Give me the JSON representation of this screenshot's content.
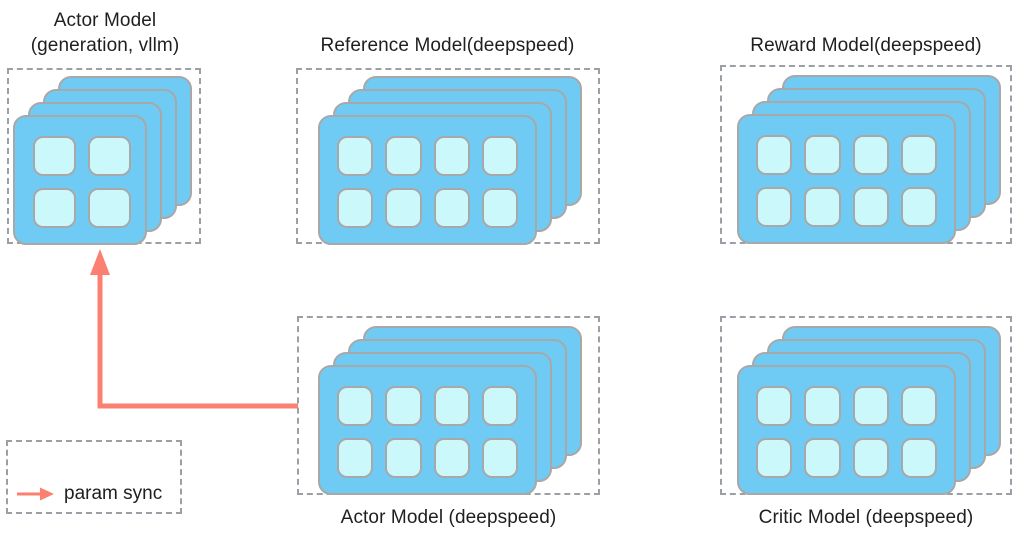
{
  "diagram": {
    "title": "RLHF model placement diagram",
    "colors": {
      "card_fill": "#6FCBF4",
      "tile_fill": "#CBF8FA",
      "card_border": "#a8a8a8",
      "dashed_border": "#9aa0a6",
      "arrow": "#FB8072",
      "background": "#ffffff",
      "text": "#1f1f1f"
    }
  },
  "groups": [
    {
      "id": "actor-vllm",
      "label": "Actor Model\n(generation, vllm)",
      "label_position": "top",
      "layers": 4,
      "tile_rows": 2,
      "tile_cols": 2
    },
    {
      "id": "reference",
      "label": "Reference Model(deepspeed)",
      "label_position": "top",
      "layers": 4,
      "tile_rows": 2,
      "tile_cols": 4
    },
    {
      "id": "reward",
      "label": "Reward Model(deepspeed)",
      "label_position": "top",
      "layers": 4,
      "tile_rows": 2,
      "tile_cols": 4
    },
    {
      "id": "actor-deepspeed",
      "label": "Actor Model (deepspeed)",
      "label_position": "bottom",
      "layers": 4,
      "tile_rows": 2,
      "tile_cols": 4
    },
    {
      "id": "critic",
      "label": "Critic Model (deepspeed)",
      "label_position": "bottom",
      "layers": 4,
      "tile_rows": 2,
      "tile_cols": 4
    }
  ],
  "connections": [
    {
      "id": "param-sync-edge",
      "from": "actor-deepspeed",
      "to": "actor-vllm",
      "style": "elbow-arrow",
      "color": "#FB8072"
    }
  ],
  "legend": {
    "items": [
      {
        "icon": "arrow-right-icon",
        "label": "param sync",
        "color": "#FB8072"
      }
    ]
  }
}
